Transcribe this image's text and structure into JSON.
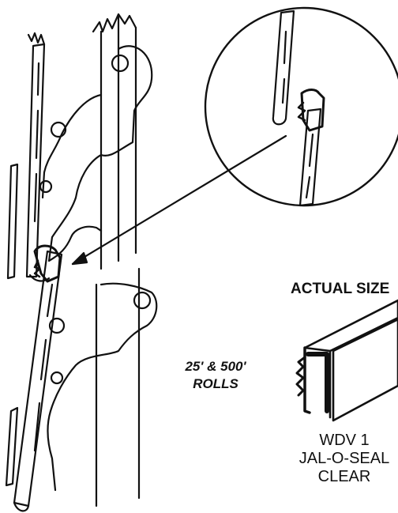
{
  "labels": {
    "actual_size": "ACTUAL SIZE",
    "rolls_line1": "25' & 500'",
    "rolls_line2": "ROLLS"
  },
  "product": {
    "code": "WDV 1",
    "name": "JAL-O-SEAL",
    "color": "CLEAR"
  },
  "colors": {
    "ink": "#111111",
    "paper": "#ffffff"
  }
}
